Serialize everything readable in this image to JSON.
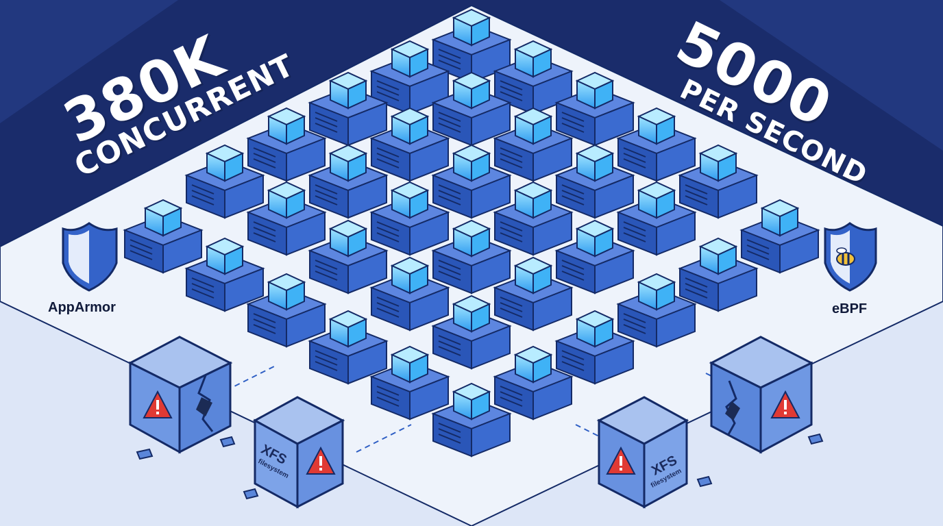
{
  "stats": {
    "left": {
      "value": "380K",
      "label": "CONCURRENT"
    },
    "right": {
      "value": "5000",
      "label": "PER SECOND"
    }
  },
  "security": {
    "left_label": "AppArmor",
    "right_label": "eBPF"
  },
  "failed_boxes": {
    "label": "XFS",
    "sublabel": "filesystem"
  },
  "colors": {
    "background_navy": "#1a2c6b",
    "platform": "#eef3fb",
    "server": "#2f5fc4",
    "container_glow": "#5fc8ff",
    "warning": "#e03a34"
  },
  "icons": [
    "shield-icon",
    "bee-shield-icon",
    "warning-icon",
    "crack-icon"
  ]
}
